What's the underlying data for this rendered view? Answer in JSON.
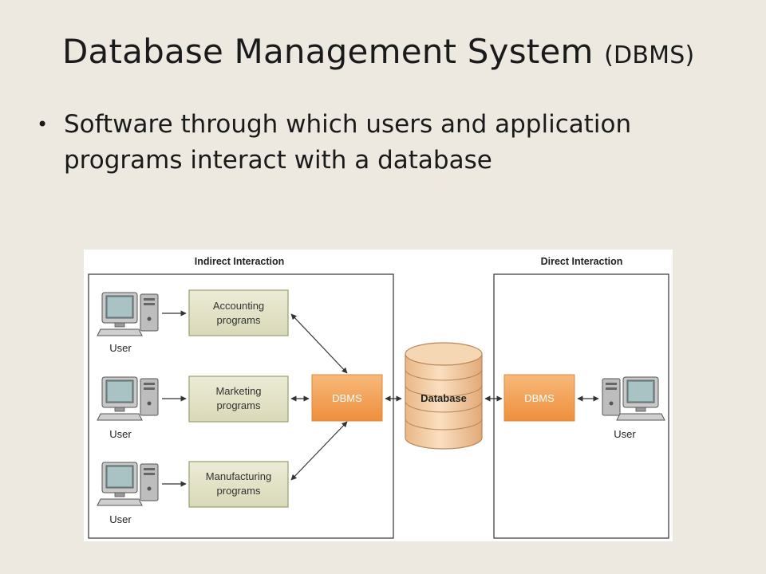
{
  "slide": {
    "title_main": "Database Management System",
    "title_abbr": "(DBMS)",
    "bullet": "Software through which users and application programs interact with a database"
  },
  "figure": {
    "indirect_label": "Indirect Interaction",
    "direct_label": "Direct Interaction",
    "programs": [
      {
        "line1": "Accounting",
        "line2": "programs"
      },
      {
        "line1": "Marketing",
        "line2": "programs"
      },
      {
        "line1": "Manufacturing",
        "line2": "programs"
      }
    ],
    "user_label": "User",
    "dbms_label": "DBMS",
    "database_label": "Database",
    "colors": {
      "program_fill": "#e3e3c8",
      "program_stroke": "#9aa070",
      "dbms_fill": "#f3a25a",
      "database_fill": "#f1cfa4",
      "database_stroke": "#b8865a"
    }
  }
}
